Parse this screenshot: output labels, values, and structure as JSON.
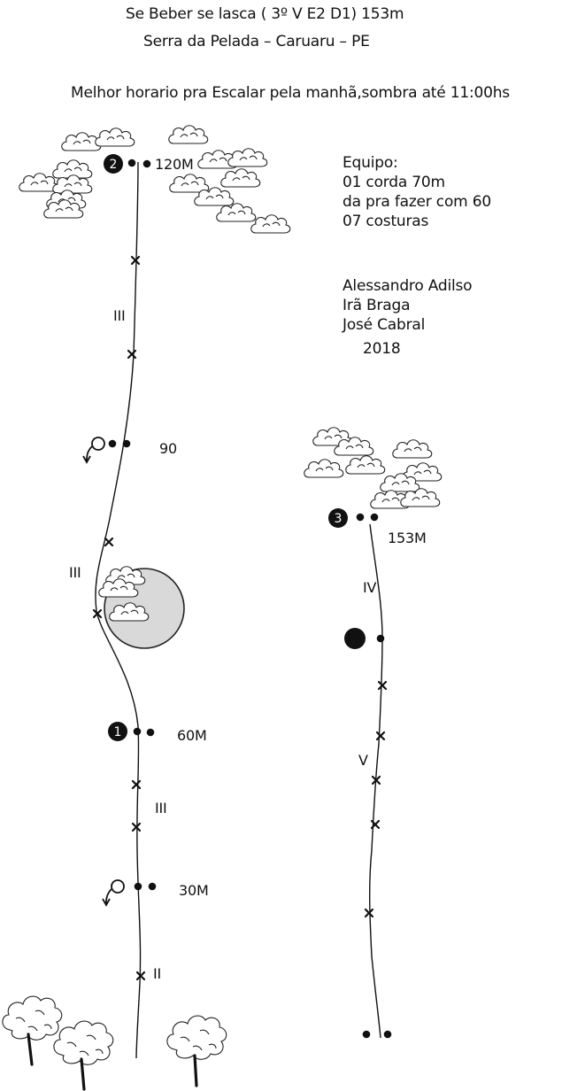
{
  "header": {
    "title": "Se Beber se lasca ( 3º  V E2 D1) 153m",
    "location": "Serra da Pelada – Caruaru – PE",
    "note": "Melhor horario pra Escalar pela manhã,sombra até  11:00hs"
  },
  "gear": {
    "heading": "Equipo:",
    "lines": [
      "01 corda 70m",
      "da pra fazer com 60",
      "07 costuras"
    ]
  },
  "credits": {
    "names": [
      "Alessandro Adilso",
      "Irã Braga",
      "José  Cabral"
    ],
    "year": "2018"
  },
  "route_left": {
    "belays": [
      {
        "number": "1",
        "label": "60M"
      },
      {
        "number": "2",
        "label": "120M"
      }
    ],
    "rappel_labels": [
      "30M",
      "90"
    ],
    "grades": [
      "II",
      "III",
      "III",
      "III"
    ]
  },
  "route_right": {
    "belay": {
      "number": "3",
      "label": "153M"
    },
    "grades": [
      "IV",
      "V"
    ]
  },
  "icons": [
    "cloud-icon",
    "tree-icon",
    "boulder-icon",
    "rappel-ring-icon",
    "bolt-icon",
    "quickdraw-icon"
  ]
}
